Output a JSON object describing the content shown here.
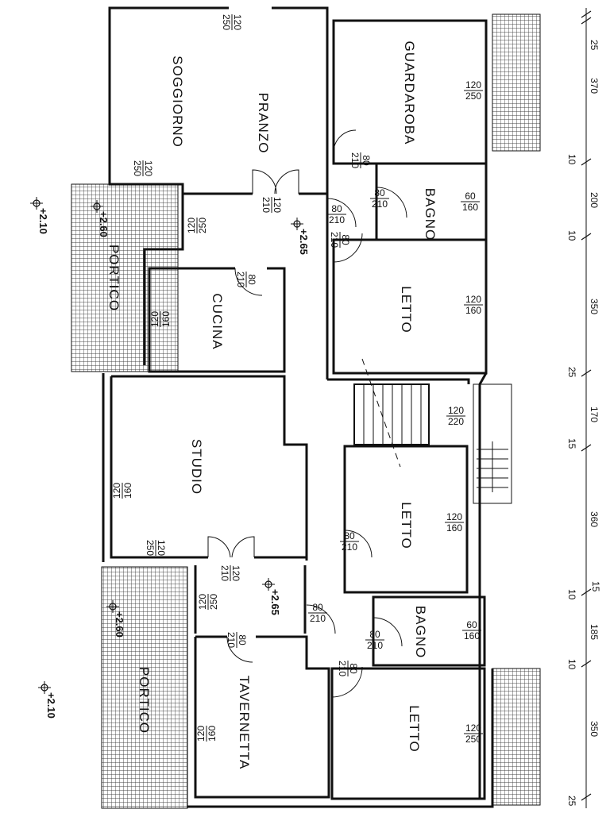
{
  "rooms": {
    "soggiorno": "SOGGIORNO",
    "pranzo": "PRANZO",
    "guardaroba": "GUARDAROBA",
    "bagno_top": "BAGNO",
    "letto_1": "LETTO",
    "portico_top": "PORTICO",
    "cucina": "CUCINA",
    "studio": "STUDIO",
    "letto_2": "LETTO",
    "bagno_bottom": "BAGNO",
    "letto_3": "LETTO",
    "portico_bottom": "PORTICO",
    "tavernetta": "TAVERNETTA"
  },
  "fractions": [
    {
      "num": "120",
      "den": "250"
    },
    {
      "num": "120",
      "den": "250"
    },
    {
      "num": "120",
      "den": "210"
    },
    {
      "num": "120",
      "den": "250"
    },
    {
      "num": "80",
      "den": "210"
    },
    {
      "num": "80",
      "den": "210"
    },
    {
      "num": "80",
      "den": "210"
    },
    {
      "num": "80",
      "den": "210"
    },
    {
      "num": "60",
      "den": "160"
    },
    {
      "num": "120",
      "den": "250"
    },
    {
      "num": "80",
      "den": "210"
    },
    {
      "num": "120",
      "den": "160"
    },
    {
      "num": "120",
      "den": "160"
    },
    {
      "num": "120",
      "den": "220"
    },
    {
      "num": "120",
      "den": "160"
    },
    {
      "num": "80",
      "den": "210"
    },
    {
      "num": "120",
      "den": "160"
    },
    {
      "num": "120",
      "den": "250"
    },
    {
      "num": "120",
      "den": "210"
    },
    {
      "num": "120",
      "den": "250"
    },
    {
      "num": "80",
      "den": "210"
    },
    {
      "num": "80",
      "den": "210"
    },
    {
      "num": "80",
      "den": "210"
    },
    {
      "num": "60",
      "den": "160"
    },
    {
      "num": "80",
      "den": "210"
    },
    {
      "num": "120",
      "den": "250"
    },
    {
      "num": "120",
      "den": "160"
    }
  ],
  "levels": [
    "+2.10",
    "+2.60",
    "+2.65",
    "+2.65",
    "+2.60",
    "+2.10"
  ],
  "dimensions": [
    "25",
    "370",
    "10",
    "200",
    "10",
    "350",
    "25",
    "170",
    "15",
    "360",
    "15",
    "10",
    "185",
    "10",
    "350",
    "25"
  ]
}
